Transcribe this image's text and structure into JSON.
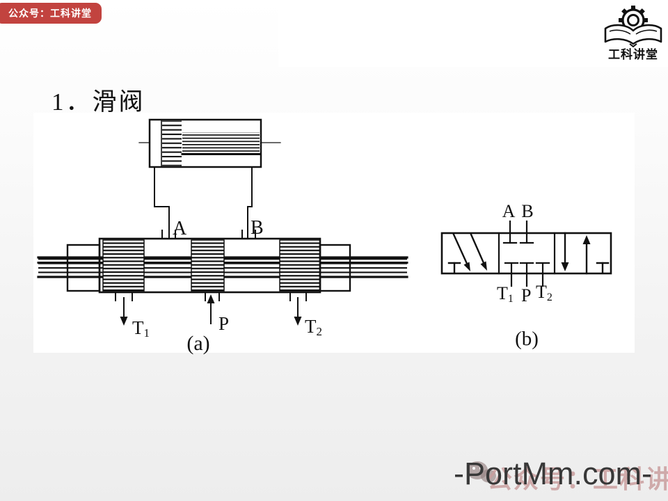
{
  "badge": {
    "label": "公众号：工科讲堂"
  },
  "logo": {
    "title": "工科讲堂"
  },
  "slide": {
    "title": "1．滑阀"
  },
  "diagram_a": {
    "caption": "(a)",
    "label_a": "A",
    "label_b": "B",
    "label_t1": "T",
    "label_t1_sub": "1",
    "label_p": "P",
    "label_t2": "T",
    "label_t2_sub": "2"
  },
  "diagram_b": {
    "caption": "(b)",
    "label_a": "A",
    "label_b": "B",
    "label_t1": "T",
    "label_t1_sub": "1",
    "label_p": "P",
    "label_t2": "T",
    "label_t2_sub": "2"
  },
  "watermark": {
    "main": "-PortMm.com-",
    "hidden": "公众号：工科讲堂"
  },
  "colors": {
    "badge_bg": "#c2433f",
    "line_art": "#111111",
    "watermark_main": "#383838",
    "watermark_hidden": "#c99e9e",
    "content_bg": "#ffffff"
  }
}
